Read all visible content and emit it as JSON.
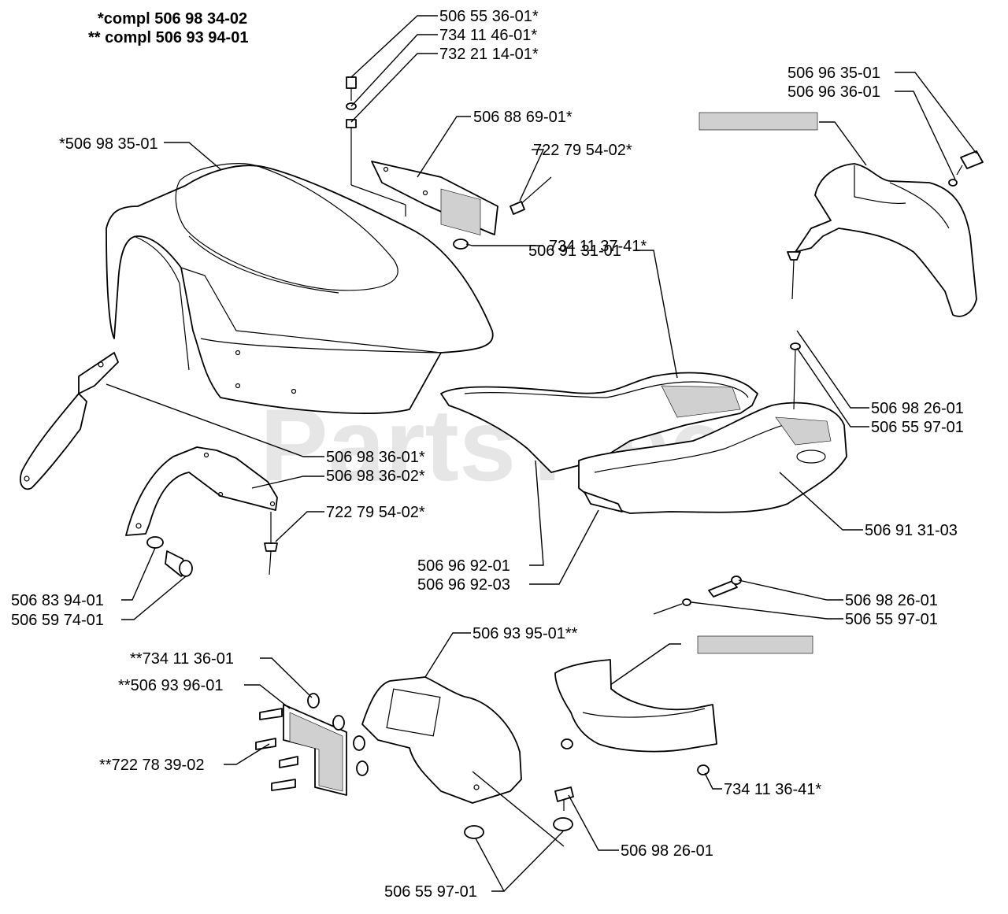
{
  "header": {
    "compl_1": "*compl 506 98 34-02",
    "compl_2": "** compl 506 93 94-01"
  },
  "watermark": {
    "text": "PartsTree",
    "mark": "™"
  },
  "labels": {
    "p_506553601": "506 55 36-01*",
    "p_734114601": "734 11 46-01*",
    "p_732211401": "732 21 14-01*",
    "p_506963501": "506 96 35-01",
    "p_506963601": "506 96 36-01",
    "p_506886901": "506 88 69-01*",
    "p_506983501": "*506 98 35-01",
    "p_722795402a": "722 79 54-02*",
    "p_734113741": "734 11 37-41*",
    "p_506913101": "506 91 31-01",
    "p_506982601a": "506 98 26-01",
    "p_506559701a": "506 55 97-01",
    "p_506983601": "506 98 36-01*",
    "p_506983602": "506 98 36-02*",
    "p_722795402b": "722 79 54-02*",
    "p_506913103": "506 91 31-03",
    "p_506969201": "506 96 92-01",
    "p_506969203": "506 96 92-03",
    "p_506839401": "506 83 94-01",
    "p_506597401": "506 59 74-01",
    "p_506982601b": "506 98 26-01",
    "p_506559701b": "506 55 97-01",
    "p_506939501": "506 93 95-01**",
    "p_734113601": "**734 11 36-01",
    "p_506939601": "**506 93 96-01",
    "p_722783902": "**722 78 39-02",
    "p_734113641": "734 11 36-41*",
    "p_506982601c": "506 98 26-01",
    "p_506559701c": "506 55 97-01"
  }
}
